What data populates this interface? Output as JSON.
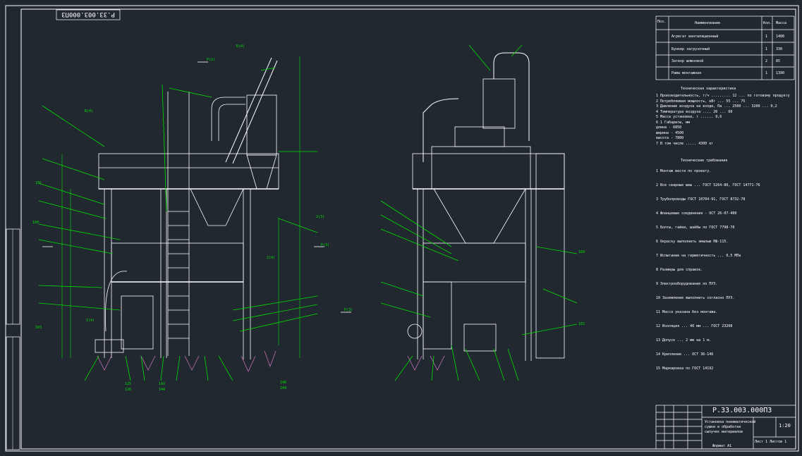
{
  "drawing": {
    "number": "Р.33.003.000ПЗ",
    "number_mirrored": "Р.33.003.000ПЗ",
    "scale": "1:20",
    "format_note": "Формат А1"
  },
  "spec_table": {
    "headers": [
      "Поз.",
      "Наименование",
      "Кол.",
      "Масса"
    ],
    "rows": [
      {
        "pos": "",
        "name": "Агрегат вентиляционный",
        "qty": "1",
        "mass": "1400"
      },
      {
        "pos": "",
        "name": "Бункер загрузочный",
        "qty": "1",
        "mass": "330"
      },
      {
        "pos": "",
        "name": "Затвор шлюзовой",
        "qty": "2",
        "mass": "85"
      },
      {
        "pos": "",
        "name": "Рама монтажная",
        "qty": "1",
        "mass": "1390"
      }
    ]
  },
  "notes_block1": {
    "title": "Техническая характеристика",
    "lines": [
      "1 Производительность, т/ч ......... 12 ... по готовому продукту",
      "2 Потребляемая мощность, кВт  ...  55 ...  75",
      "3 Давление воздуха на входе, Па ... 2500 ... 3200 ... 0,2",
      "4 Температура воздуха ....  20 ... 60",
      "5 Масса установки, т ...... 9,6",
      "6 1 Габариты, мм",
      "длина   -  6850",
      "ширина  -  4500",
      "высота  -  7800",
      "7 В том числе ..... 4300 кг"
    ]
  },
  "notes_block2": {
    "title": "Технические требования",
    "lines": [
      "1 Монтаж вести по проекту.",
      "2 Все сварные швы ... ГОСТ 5264-80, ГОСТ 14771-76",
      "3 Трубопроводы ГОСТ 10704-91, ГОСТ 8732-78",
      "4 Фланцевые соединения - ОСТ 26-07-400",
      "5 Болты, гайки, шайбы по ГОСТ 7798-70",
      "6 Окраску выполнить эмалью ПФ-115.",
      "7 Испытание на герметичность ... 0,5 МПа",
      "8 Размеры для справок.",
      "9 Электрооборудование по ПУЭ.",
      "10 Заземление выполнить согласно ПУЭ.",
      "11 Масса указана без монтажа.",
      "12 Изоляция ... 40 мм ... ГОСТ 23208",
      "13 Допуск ... 2 мм на 1 м.",
      "14 Крепление ... ОСТ 36-146",
      "15 Маркировка по ГОСТ 14192"
    ]
  },
  "title_block": {
    "name_line1": "Установка пневматической",
    "name_line2": "сушки и обработки",
    "name_line3": "сыпучих материалов",
    "sheet_label": "Лист 1   Листов 1"
  },
  "callouts": [
    "Б(4)",
    "В(4)",
    "Р(2)",
    "Р(3)",
    "1(4)",
    "2(3)",
    "2(4)",
    "Р(3)",
    "100",
    "160",
    "101",
    "102",
    "103",
    "125",
    "126",
    "142",
    "144",
    "148",
    "149"
  ]
}
